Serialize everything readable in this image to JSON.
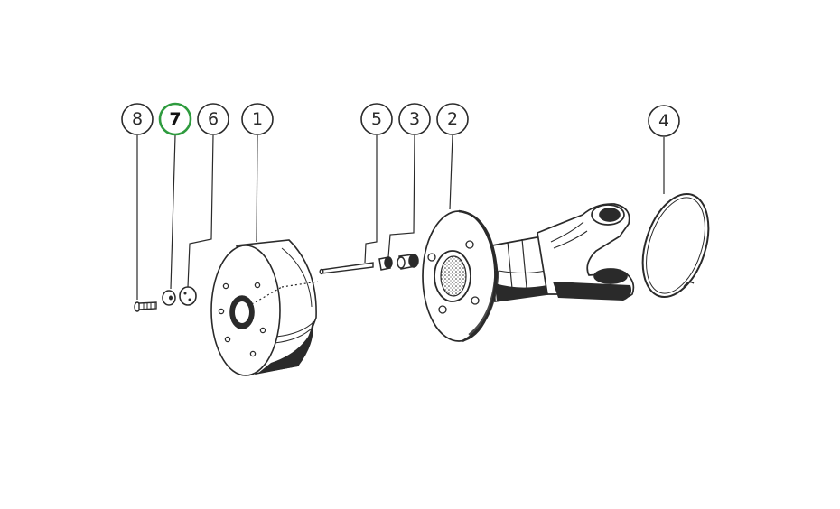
{
  "diagram": {
    "selected_part": "7",
    "colors": {
      "ink": "#2a2a2a",
      "paper": "#ffffff",
      "selection": "#2e9b3e"
    },
    "callouts": [
      {
        "id": "8",
        "label": "8"
      },
      {
        "id": "7",
        "label": "7"
      },
      {
        "id": "6",
        "label": "6"
      },
      {
        "id": "1",
        "label": "1"
      },
      {
        "id": "5",
        "label": "5"
      },
      {
        "id": "3",
        "label": "3"
      },
      {
        "id": "2",
        "label": "2"
      },
      {
        "id": "4",
        "label": "4"
      }
    ]
  }
}
